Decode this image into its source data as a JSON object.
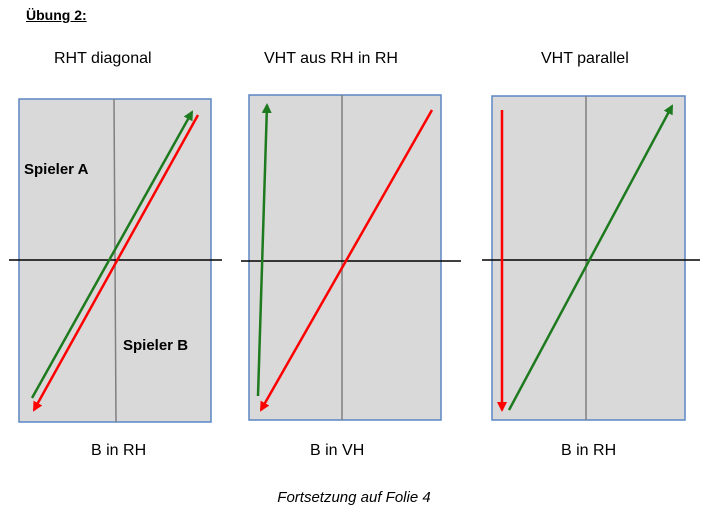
{
  "heading": "Übung 2:",
  "panels": [
    {
      "title": "RHT diagonal",
      "caption": "B in RH",
      "labels": [
        "Spieler A",
        "Spieler B"
      ]
    },
    {
      "title": "VHT aus RH in RH",
      "caption": "B in VH"
    },
    {
      "title": "VHT parallel",
      "caption": "B in RH"
    }
  ],
  "footer": "Fortsetzung auf Folie 4",
  "colors": {
    "panel_fill": "#d9d9d9",
    "panel_border": "#5b86c4",
    "center_line": "#808080",
    "net_line": "#000000",
    "green_arrow": "#1e7a1e",
    "red_arrow": "#ff0000"
  }
}
